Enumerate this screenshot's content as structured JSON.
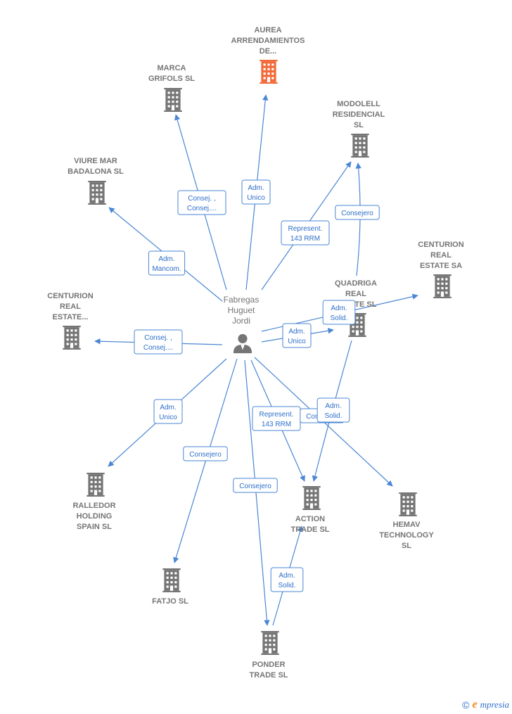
{
  "center": {
    "id": "fabregas",
    "label": [
      "Fabregas",
      "Huguet",
      "Jordi"
    ],
    "icon": "person-icon"
  },
  "companies": [
    {
      "id": "aurea",
      "label": [
        "AUREA",
        "ARRENDAMIENTOS",
        "DE..."
      ],
      "icon": "building-icon",
      "highlight": true
    },
    {
      "id": "marca",
      "label": [
        "MARCA",
        "GRIFOLS SL"
      ],
      "icon": "building-icon"
    },
    {
      "id": "modolell",
      "label": [
        "MODOLELL",
        "RESIDENCIAL",
        "SL"
      ],
      "icon": "building-icon"
    },
    {
      "id": "viure",
      "label": [
        "VIURE MAR",
        "BADALONA  SL"
      ],
      "icon": "building-icon"
    },
    {
      "id": "centurion_sa",
      "label": [
        "CENTURION",
        "REAL",
        "ESTATE SA"
      ],
      "icon": "building-icon"
    },
    {
      "id": "quadriga",
      "label": [
        "QUADRIGA",
        "REAL",
        "ESTATE  SL"
      ],
      "icon": "building-icon"
    },
    {
      "id": "centurion_dots",
      "label": [
        "CENTURION",
        "REAL",
        "ESTATE..."
      ],
      "icon": "building-icon"
    },
    {
      "id": "ralledor",
      "label": [
        "RALLEDOR",
        "HOLDING",
        "SPAIN  SL"
      ],
      "icon": "building-icon"
    },
    {
      "id": "action",
      "label": [
        "ACTION",
        "TRADE  SL"
      ],
      "icon": "building-icon"
    },
    {
      "id": "hemav",
      "label": [
        "HEMAV",
        "TECHNOLOGY",
        "SL"
      ],
      "icon": "building-icon"
    },
    {
      "id": "fatjo",
      "label": [
        "FATJO  SL"
      ],
      "icon": "building-icon"
    },
    {
      "id": "ponder",
      "label": [
        "PONDER",
        "TRADE  SL"
      ],
      "icon": "building-icon"
    }
  ],
  "edges": [
    {
      "from": "fabregas",
      "to": "aurea",
      "label": [
        "Adm.",
        "Unico"
      ]
    },
    {
      "from": "fabregas",
      "to": "marca",
      "label": [
        "Consej. ,",
        "Consej...."
      ]
    },
    {
      "from": "fabregas",
      "to": "modolell",
      "label": [
        "Represent.",
        "143 RRM"
      ]
    },
    {
      "from": "quadriga",
      "to": "modolell",
      "label": [
        "Consejero"
      ]
    },
    {
      "from": "fabregas",
      "to": "viure",
      "label": [
        "Adm.",
        "Mancom."
      ]
    },
    {
      "from": "fabregas",
      "to": "centurion_sa",
      "label": [
        "Adm.",
        "Solid."
      ]
    },
    {
      "from": "fabregas",
      "to": "quadriga",
      "label": [
        "Adm.",
        "Unico"
      ]
    },
    {
      "from": "fabregas",
      "to": "centurion_dots",
      "label": [
        "Consej. ,",
        "Consej...."
      ]
    },
    {
      "from": "fabregas",
      "to": "ralledor",
      "label": [
        "Adm.",
        "Unico"
      ]
    },
    {
      "from": "fabregas",
      "to": "fatjo",
      "label": [
        "Consejero"
      ]
    },
    {
      "from": "fabregas",
      "to": "ponder",
      "label": [
        "Consejero"
      ]
    },
    {
      "from": "fabregas",
      "to": "action",
      "label": [
        "Represent.",
        "143 RRM"
      ]
    },
    {
      "from": "fabregas",
      "to": "hemav",
      "label": [
        "Consejero"
      ]
    },
    {
      "from": "quadriga",
      "to": "action",
      "label": [
        "Adm.",
        "Solid."
      ]
    },
    {
      "from": "ponder",
      "to": "action",
      "label": [
        "Adm.",
        "Solid."
      ]
    }
  ],
  "footer": {
    "copyright": "©",
    "brand_first": "e",
    "brand_rest": "mpresia"
  },
  "colors": {
    "edge": "#4a86d4",
    "node": "#757575",
    "highlight": "#f26a3a",
    "edge_text": "#2e6fc9"
  }
}
